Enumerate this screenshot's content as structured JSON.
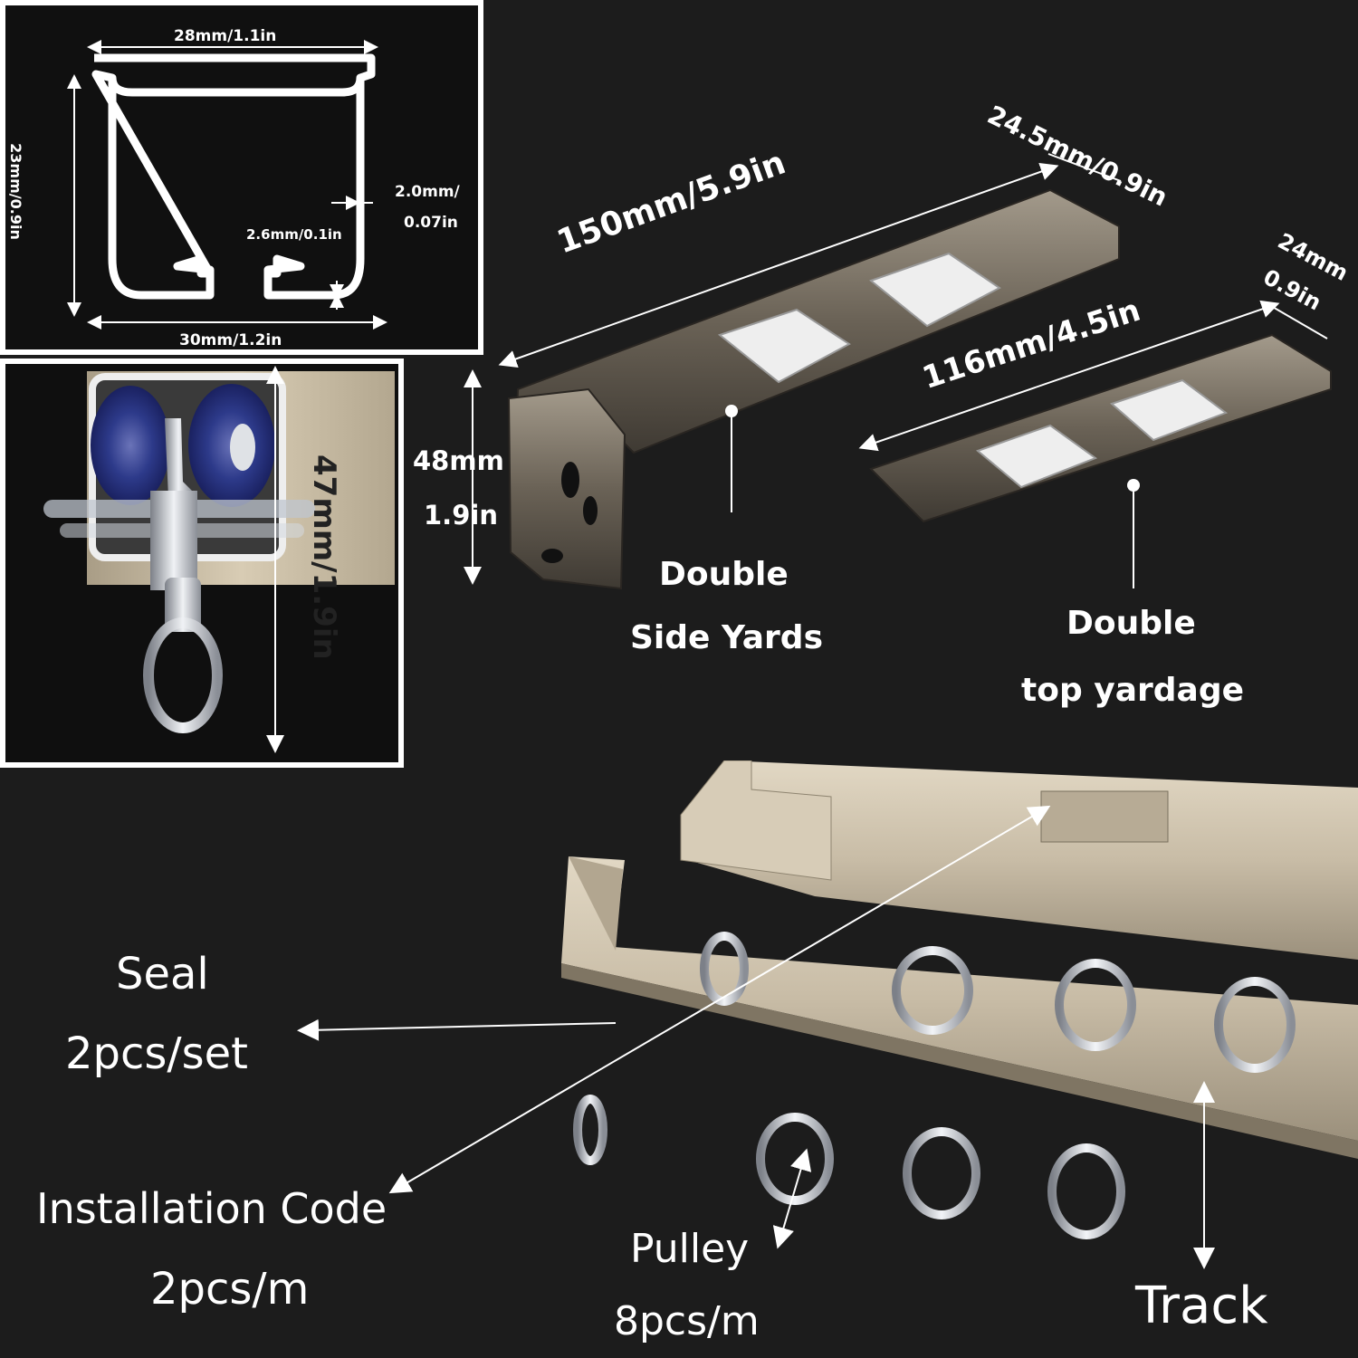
{
  "colors": {
    "background": "#1c1c1c",
    "panel_border": "#ffffff",
    "track_beige": "#c8bca6",
    "bracket_bronze": "#7d756a",
    "wheel_blue": "#2d3a8a",
    "chrome": "#c9ccd1"
  },
  "profile_panel": {
    "top_width": "28mm/1.1in",
    "height": "23mm/0.9in",
    "wall": "2.0mm/",
    "wall_in": "0.07in",
    "lip": "2.6mm/0.1in",
    "bottom_width": "30mm/1.2in"
  },
  "glider_panel": {
    "height": "47mm/1.9in",
    "icon": "roller-glider-icon"
  },
  "side_bracket": {
    "length": "150mm/5.9in",
    "depth": "24.5mm/0.9in",
    "height": "48mm",
    "height_in": "1.9in",
    "label_line1": "Double",
    "label_line2": "Side Yards"
  },
  "top_bracket": {
    "length": "116mm/4.5in",
    "depth": "24mm",
    "depth_in": "0.9in",
    "label_line1": "Double",
    "label_line2": "top yardage"
  },
  "parts": {
    "seal": "Seal",
    "seal_qty": "2pcs/set",
    "install": "Installation Code",
    "install_qty": "2pcs/m",
    "pulley": "Pulley",
    "pulley_qty": "8pcs/m",
    "track": "Track"
  }
}
